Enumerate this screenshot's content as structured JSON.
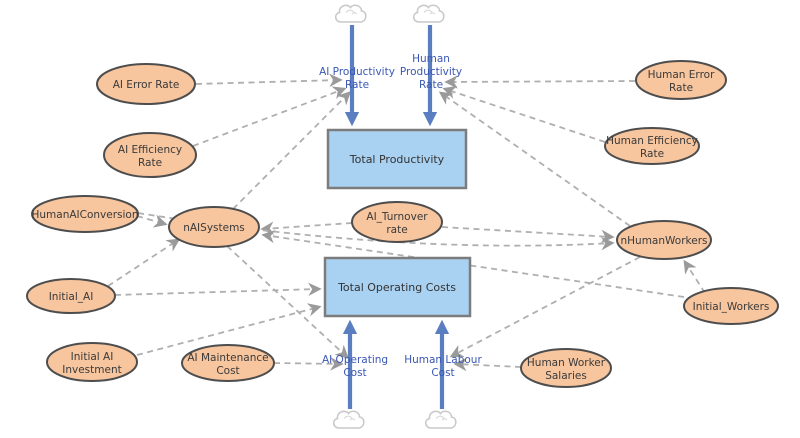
{
  "model": {
    "stocks": [
      {
        "id": "total_productivity",
        "label": "Total Productivity"
      },
      {
        "id": "total_operating_costs",
        "label": "Total Operating Costs"
      }
    ],
    "flows": [
      {
        "id": "ai_productivity_rate",
        "label": "AI Productivity Rate",
        "lines": [
          "AI Productivity",
          "Rate"
        ],
        "from": "cloud",
        "to": "Total Productivity"
      },
      {
        "id": "human_productivity_rate",
        "label": "Human Productivity Rate",
        "lines": [
          "Human",
          "Productivity",
          "Rate"
        ],
        "from": "cloud",
        "to": "Total Productivity"
      },
      {
        "id": "ai_operating_cost",
        "label": "AI Operating Cost",
        "lines": [
          "AI Operating",
          "Cost"
        ],
        "from": "cloud",
        "to": "Total Operating Costs"
      },
      {
        "id": "human_labour_cost",
        "label": "Human Labour Cost",
        "lines": [
          "Human Labour",
          "Cost"
        ],
        "from": "cloud",
        "to": "Total Operating Costs"
      }
    ],
    "variables": [
      {
        "id": "ai_error_rate",
        "label": "AI Error Rate",
        "lines": [
          "AI Error Rate"
        ]
      },
      {
        "id": "ai_efficiency_rate",
        "label": "AI Efficiency Rate",
        "lines": [
          "AI Efficiency",
          "Rate"
        ]
      },
      {
        "id": "human_ai_conversion",
        "label": "HumanAIConversion",
        "lines": [
          "HumanAIConversion"
        ]
      },
      {
        "id": "initial_ai",
        "label": "Initial_AI",
        "lines": [
          "Initial_AI"
        ]
      },
      {
        "id": "initial_ai_investment",
        "label": "Initial AI Investment",
        "lines": [
          "Initial AI",
          "Investment"
        ]
      },
      {
        "id": "ai_maintenance_cost",
        "label": "AI Maintenance Cost",
        "lines": [
          "AI Maintenance",
          "Cost"
        ]
      },
      {
        "id": "n_ai_systems",
        "label": "nAISystems",
        "lines": [
          "nAISystems"
        ]
      },
      {
        "id": "ai_turnover_rate",
        "label": "AI_Turnover rate",
        "lines": [
          "AI_Turnover",
          "rate"
        ]
      },
      {
        "id": "human_error_rate",
        "label": "Human Error Rate",
        "lines": [
          "Human Error",
          "Rate"
        ]
      },
      {
        "id": "human_efficiency_rate",
        "label": "Human Efficiency Rate",
        "lines": [
          "Human Efficiency",
          "Rate"
        ]
      },
      {
        "id": "n_human_workers",
        "label": "nHumanWorkers",
        "lines": [
          "nHumanWorkers"
        ]
      },
      {
        "id": "initial_workers",
        "label": "Initial_Workers",
        "lines": [
          "Initial_Workers"
        ]
      },
      {
        "id": "human_worker_salaries",
        "label": "Human Worker Salaries",
        "lines": [
          "Human Worker",
          "Salaries"
        ]
      }
    ],
    "links": [
      {
        "from": "AI Error Rate",
        "to": "AI Productivity Rate"
      },
      {
        "from": "AI Efficiency Rate",
        "to": "AI Productivity Rate"
      },
      {
        "from": "nAISystems",
        "to": "AI Productivity Rate"
      },
      {
        "from": "Human Error Rate",
        "to": "Human Productivity Rate"
      },
      {
        "from": "Human Efficiency Rate",
        "to": "Human Productivity Rate"
      },
      {
        "from": "nHumanWorkers",
        "to": "Human Productivity Rate"
      },
      {
        "from": "HumanAIConversion",
        "to": "nAISystems"
      },
      {
        "from": "Initial_AI",
        "to": "nAISystems"
      },
      {
        "from": "AI_Turnover rate",
        "to": "nAISystems"
      },
      {
        "from": "Initial_Workers",
        "to": "nAISystems"
      },
      {
        "from": "AI_Turnover rate",
        "to": "nHumanWorkers"
      },
      {
        "from": "HumanAIConversion",
        "to": "nHumanWorkers"
      },
      {
        "from": "Initial_Workers",
        "to": "nHumanWorkers"
      },
      {
        "from": "Initial_AI",
        "to": "Total Operating Costs"
      },
      {
        "from": "Initial AI Investment",
        "to": "Total Operating Costs"
      },
      {
        "from": "AI Maintenance Cost",
        "to": "AI Operating Cost"
      },
      {
        "from": "nAISystems",
        "to": "AI Operating Cost"
      },
      {
        "from": "Human Worker Salaries",
        "to": "Human Labour Cost"
      },
      {
        "from": "nHumanWorkers",
        "to": "Human Labour Cost"
      }
    ],
    "colors": {
      "variable_fill": "#F7C59E",
      "stock_fill": "#A9D1F1",
      "flow_blue": "#5B7EC0",
      "link_gray": "#AFAFAF",
      "flow_label_blue": "#3A57B5"
    }
  }
}
